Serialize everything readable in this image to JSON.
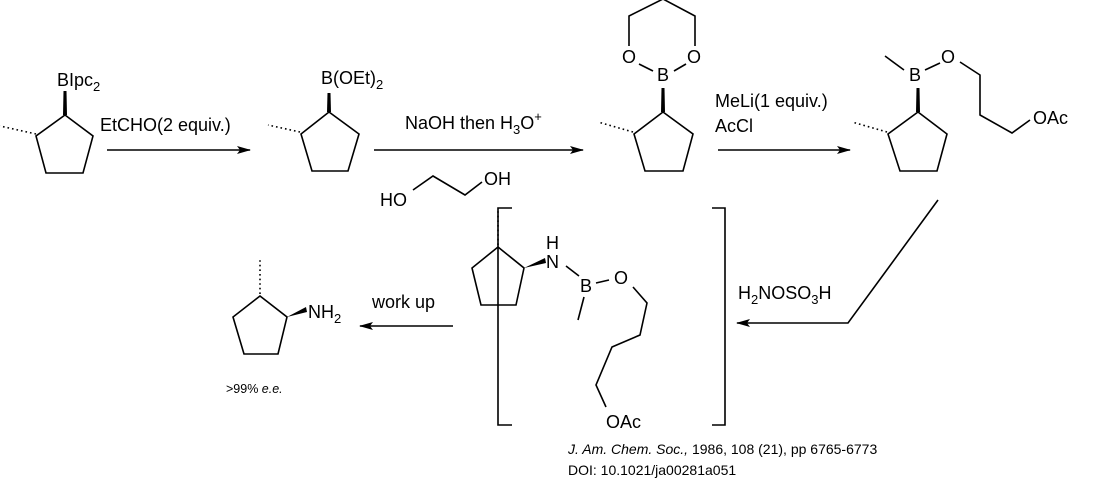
{
  "compounds": {
    "start": {
      "substituent": "BIpc",
      "sub": "2"
    },
    "boronate": {
      "substituent": "B(OEt)",
      "sub": "2"
    },
    "dioxaborinane": {
      "atoms": [
        "O",
        "B",
        "O"
      ]
    },
    "borinate": {
      "B": "B",
      "O": "O",
      "end": "OAc"
    },
    "intermediate": {
      "H": "H",
      "N": "N",
      "B": "B",
      "O": "O",
      "end": "OAc"
    },
    "product": {
      "amine": "NH",
      "sub": "2",
      "ee": ">99% ",
      "ee_italic": "e.e."
    }
  },
  "steps": {
    "step1": "EtCHO(2 equiv.)",
    "step2": {
      "text": "NaOH then H",
      "sub": "3",
      "after": "O",
      "sup": "+",
      "diol_left": "HO",
      "diol_right": "OH"
    },
    "step3": {
      "line1": "MeLi(1 equiv.)",
      "line2": "AcCl"
    },
    "step4": {
      "a": "H",
      "sub1": "2",
      "b": "NOSO",
      "sub2": "3",
      "c": "H"
    },
    "step5": "work up"
  },
  "citation": {
    "journal": "J. Am. Chem. Soc.,",
    "details": " 1986, 108 (21), pp 6765-6773",
    "doi": "DOI: 10.1021/ja00281a051"
  }
}
